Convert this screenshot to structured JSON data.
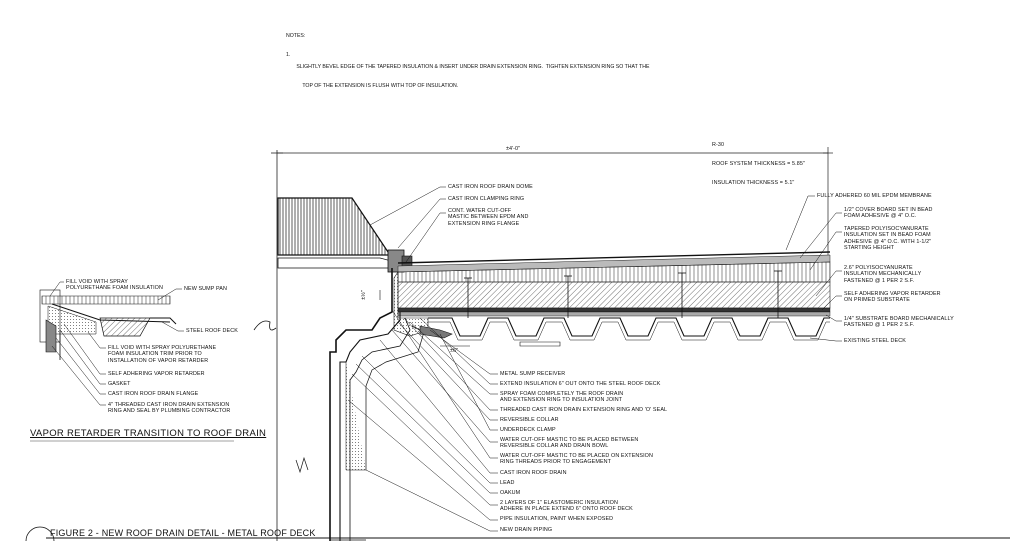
{
  "notes": {
    "heading": "NOTES:",
    "item_number": "1.",
    "line1": "SLIGHTLY BEVEL EDGE OF THE TAPERED INSULATION & INSERT UNDER DRAIN EXTENSION RING.  TIGHTEN EXTENSION RING SO THAT THE",
    "line2": "TOP OF THE EXTENSION IS FLUSH WITH TOP OF INSULATION."
  },
  "rvalue": {
    "line1": "R-30",
    "line2": "ROOF SYSTEM THICKNESS = 5.85\"",
    "line3": "INSULATION THICKNESS = 5.1\""
  },
  "dimensions": {
    "overall": "±4'-0\"",
    "vertical": "±½\"",
    "small": "±6\""
  },
  "top_callouts": [
    "CAST IRON ROOF DRAIN DOME",
    "CAST IRON CLAMPING RING",
    "CONT. WATER CUT-OFF\nMASTIC BETWEEN EPDM AND\nEXTENSION RING FLANGE"
  ],
  "right_callouts": [
    "FULLY ADHERED 60 MIL EPDM MEMBRANE",
    "1/2\" COVER BOARD SET IN BEAD\nFOAM ADHESIVE @ 4\" O.C.",
    "TAPERED POLYISOCYANURATE\nINSULATION SET IN BEAD FOAM\nADHESIVE @ 4\" O.C. WITH 1-1/2\"\nSTARTING HEIGHT",
    "2.6\" POLYISOCYANURATE\nINSULATION MECHANICALLY\nFASTENED @ 1 PER 2 S.F.",
    "SELF ADHERING VAPOR RETARDER\nON PRIMED SUBSTRATE",
    "1/4\" SUBSTRATE BOARD MECHANICALLY\nFASTENED @ 1 PER 2 S.F.",
    "EXISTING STEEL DECK"
  ],
  "bottom_callouts": [
    "METAL SUMP RECEIVER",
    "EXTEND INSULATION 6\" OUT ONTO THE STEEL ROOF DECK",
    "SPRAY FOAM COMPLETELY THE ROOF DRAIN\nAND EXTENSION RING TO INSULATION JOINT",
    "THREADED CAST IRON DRAIN EXTENSION RING AND 'O' SEAL",
    "REVERSIBLE COLLAR",
    "UNDERDECK CLAMP",
    "WATER CUT-OFF MASTIC TO BE PLACED BETWEEN\nREVERSIBLE COLLAR AND DRAIN BOWL",
    "WATER CUT-OFF MASTIC TO BE PLACED ON EXTENSION\nRING THREADS PRIOR TO ENGAGEMENT",
    "CAST IRON ROOF DRAIN",
    "LEAD",
    "OAKUM",
    "2 LAYERS OF 1\" ELASTOMERIC INSULATION\nADHERE IN PLACE EXTEND 6\" ONTO ROOF DECK",
    "PIPE INSULATION, PAINT WHEN EXPOSED",
    "NEW DRAIN PIPING"
  ],
  "detail_callouts": {
    "fill_void": "FILL VOID WITH SPRAY\nPOLYURETHANE FOAM INSULATION",
    "new_sump_pan": "NEW SUMP PAN",
    "steel_roof_deck": "STEEL ROOF DECK",
    "fill_void_trim": "FILL VOID WITH SPRAY POLYURETHANE\nFOAM INSULATION TRIM PRIOR TO\nINSTALLATION OF VAPOR RETARDER",
    "self_adhering": "SELF ADHERING VAPOR RETARDER",
    "gasket": "GASKET",
    "drain_flange": "CAST IRON ROOF DRAIN FLANGE",
    "threaded_ring": "4\" THREADED CAST IRON DRAIN EXTENSION\nRING AND SEAL BY PLUMBING CONTRACTOR"
  },
  "titles": {
    "subdetail": "VAPOR RETARDER TRANSITION TO ROOF DRAIN",
    "figure": "FIGURE 2 - NEW ROOF DRAIN DETAIL - METAL ROOF DECK"
  }
}
